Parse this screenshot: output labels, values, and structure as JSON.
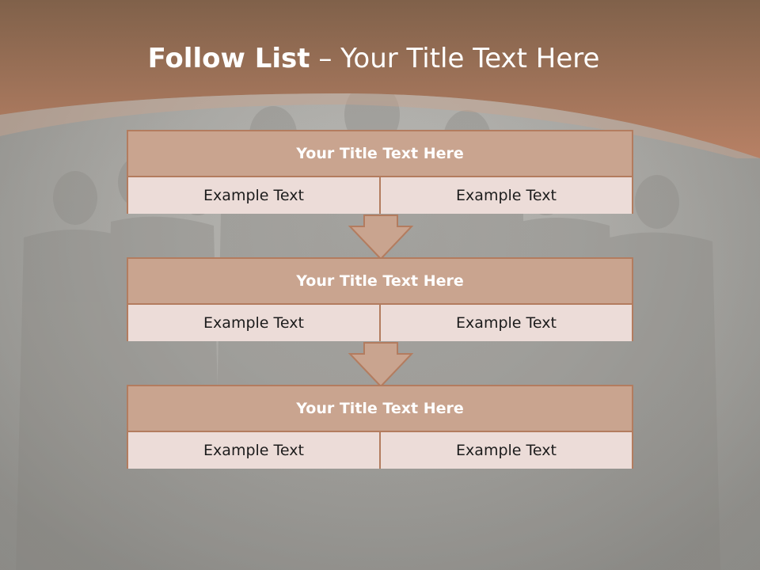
{
  "title": {
    "bold": "Follow List",
    "rest": "– Your Title Text Here"
  },
  "blocks": [
    {
      "title": "Your Title Text Here",
      "left": "Example Text",
      "right": "Example Text"
    },
    {
      "title": "Your Title Text Here",
      "left": "Example Text",
      "right": "Example Text"
    },
    {
      "title": "Your Title Text Here",
      "left": "Example Text",
      "right": "Example Text"
    }
  ],
  "colors": {
    "header_band": "#a8765a",
    "block_header": "#c9a48f",
    "block_cell": "#ecdcd8",
    "border": "#b37c5f"
  }
}
